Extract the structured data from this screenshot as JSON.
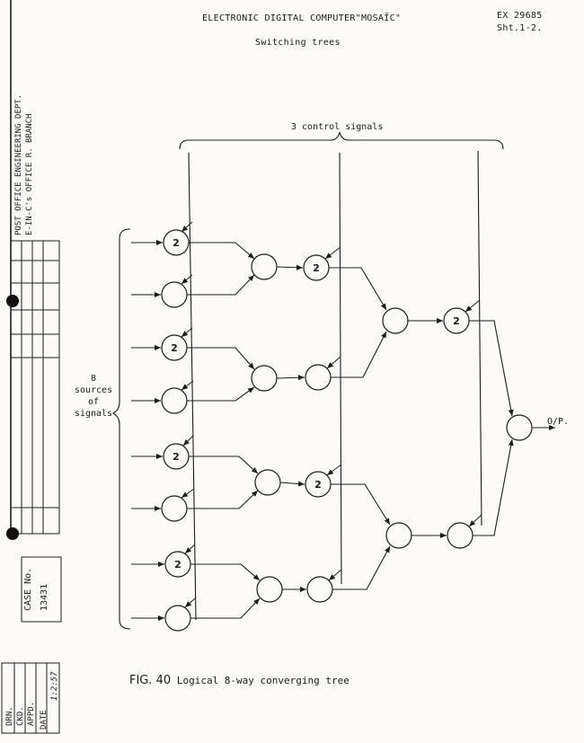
{
  "header": {
    "title": "ELECTRONIC DIGITAL COMPUTER\"MOSAÏC\"",
    "ref_number": "EX 29685",
    "sheet": "Sht.1-2.",
    "subtitle": "Switching trees"
  },
  "side_panel": {
    "department_line1": "POST OFFICE ENGINEERING DEPT.",
    "department_line2": "E-IN-C's OFFICE R. BRANCH",
    "case_label": "CASE No.",
    "case_number": "13431",
    "signoff_lines": [
      "DRN. ",
      "CKD. ",
      "APPD. "
    ],
    "date_label": "DATE",
    "date_value": "1:2:57"
  },
  "diagram": {
    "control_label": "3 control signals",
    "sources_label": [
      "8",
      "sources",
      "of",
      "signals"
    ],
    "output_label": "O/P.",
    "gate_mark": "2"
  },
  "caption": {
    "fig": "FIG. 40",
    "text": "Logical 8-way converging tree"
  }
}
